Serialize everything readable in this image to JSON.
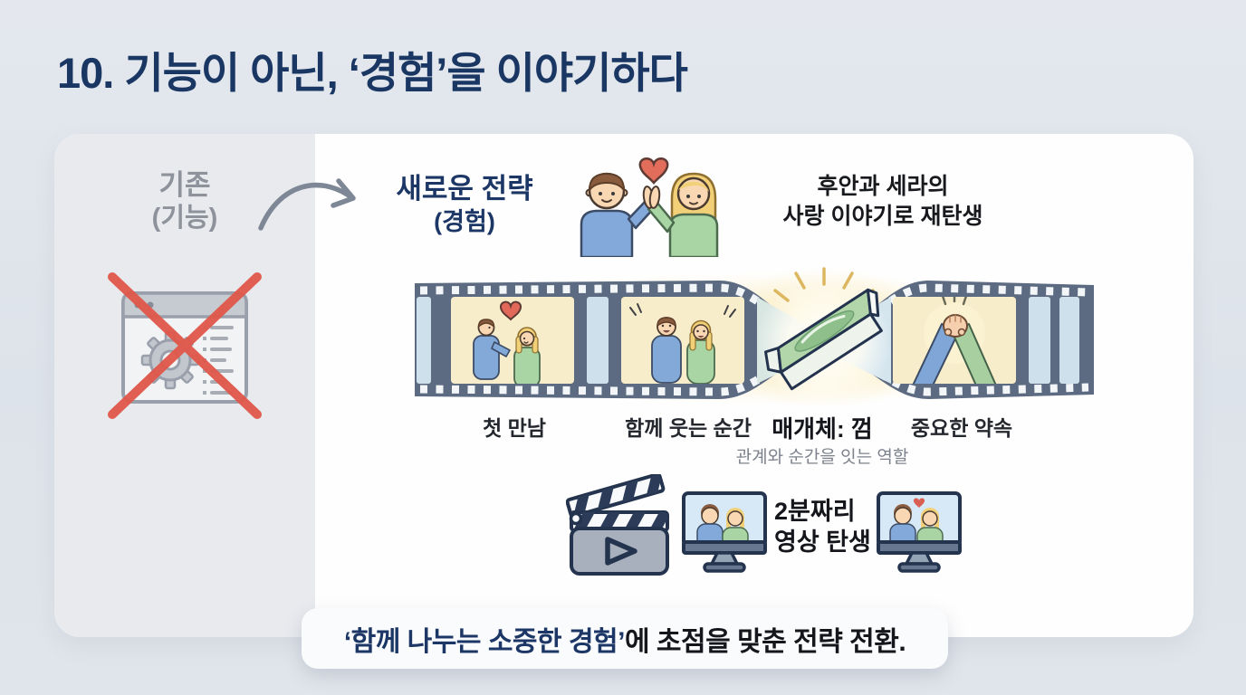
{
  "slide": {
    "title": "10. 기능이 아닌, ‘경험’을 이야기하다",
    "before": {
      "line1": "기존",
      "line2": "(기능)"
    },
    "after": {
      "line1": "새로운 전략",
      "line2": "(경험)"
    },
    "rebirth": {
      "line1": "후안과 세라의",
      "line2": "사랑 이야기로 재탄생"
    },
    "filmstrip": {
      "captions": [
        {
          "label": "첫 만남"
        },
        {
          "label": "함께 웃는 순간"
        },
        {
          "label": "매개체: 껌",
          "sub": "관계와 순간을 잇는 역할"
        },
        {
          "label": "중요한 약속"
        }
      ]
    },
    "video": {
      "line1": "2분짜리",
      "line2": "영상 탄생"
    },
    "footer": {
      "highlight": "‘함께 나누는 소중한 경험’",
      "rest": "에 초점을 맞춘 전략 전환."
    },
    "colors": {
      "accent_navy": "#1c3766",
      "alert_red": "#e0584a",
      "film_slate": "#5c6b81",
      "glow_yellow": "#f9e3a4",
      "gum_green": "#b2d6a9"
    }
  }
}
